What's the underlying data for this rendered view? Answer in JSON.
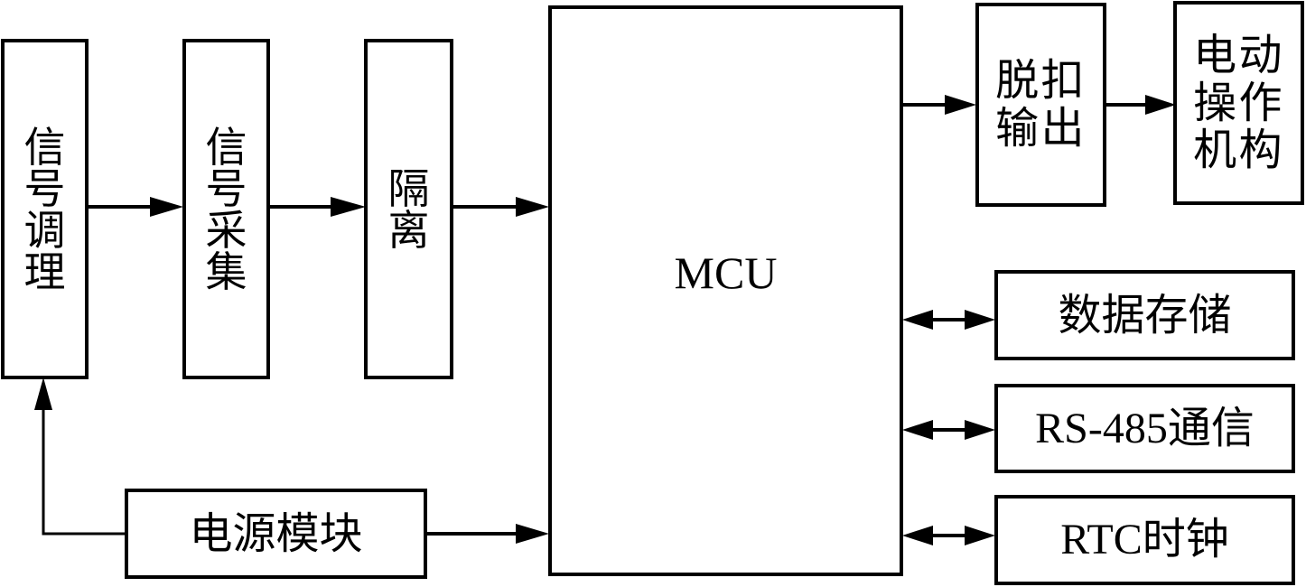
{
  "diagram": {
    "blocks": {
      "signal_conditioning": {
        "label": "信号调理"
      },
      "signal_acquisition": {
        "label": "信号采集"
      },
      "isolation": {
        "label": "隔离"
      },
      "mcu": {
        "label": "MCU"
      },
      "trip_output": {
        "label": "脱扣输出"
      },
      "electric_actuator": {
        "label": "电动操作机构"
      },
      "data_storage": {
        "label": "数据存储"
      },
      "rs485": {
        "label": "RS-485通信"
      },
      "rtc": {
        "label": "RTC时钟"
      },
      "power_module": {
        "label": "电源模块"
      }
    },
    "connections": [
      {
        "from": "signal_conditioning",
        "to": "signal_acquisition",
        "direction": "forward"
      },
      {
        "from": "signal_acquisition",
        "to": "isolation",
        "direction": "forward"
      },
      {
        "from": "isolation",
        "to": "mcu",
        "direction": "forward"
      },
      {
        "from": "mcu",
        "to": "trip_output",
        "direction": "forward"
      },
      {
        "from": "trip_output",
        "to": "electric_actuator",
        "direction": "forward"
      },
      {
        "from": "mcu",
        "to": "data_storage",
        "direction": "bidirectional"
      },
      {
        "from": "mcu",
        "to": "rs485",
        "direction": "bidirectional"
      },
      {
        "from": "mcu",
        "to": "rtc",
        "direction": "bidirectional"
      },
      {
        "from": "power_module",
        "to": "mcu",
        "direction": "forward"
      },
      {
        "from": "power_module",
        "to": "signal_conditioning",
        "direction": "forward"
      }
    ]
  }
}
